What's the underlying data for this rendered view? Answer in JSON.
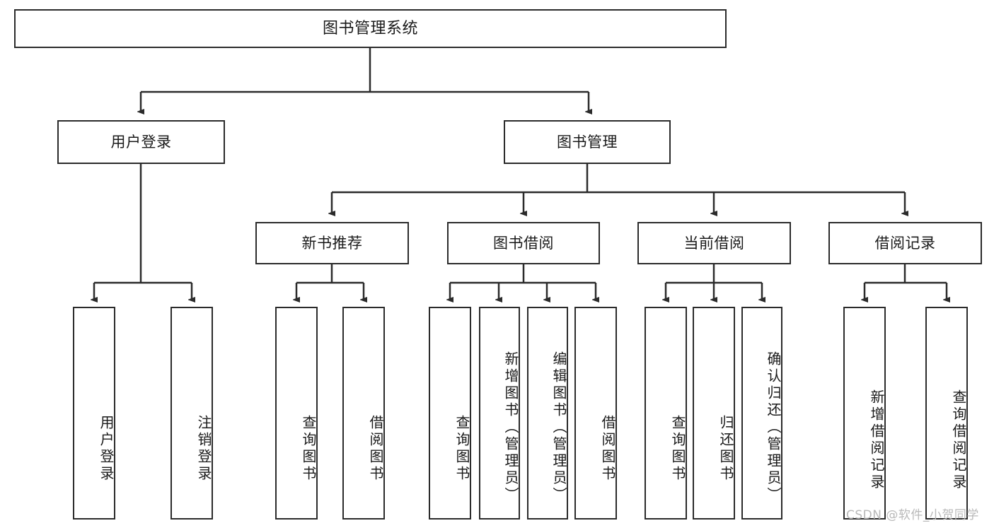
{
  "diagram": {
    "title": "图书管理系统",
    "type": "tree-hierarchy-chart",
    "watermark": "CSDN @软件_小贺同学",
    "colors": {
      "border": "#2b2b2b",
      "text": "#1a1a1a",
      "background": "#ffffff",
      "watermark": "#b9b9b9"
    },
    "nodes": {
      "root": {
        "label": "图书管理系统"
      },
      "level2": [
        {
          "id": "user-login",
          "label": "用户登录"
        },
        {
          "id": "book-manage",
          "label": "图书管理"
        }
      ],
      "level3": [
        {
          "id": "new-book-recommend",
          "label": "新书推荐"
        },
        {
          "id": "book-borrow",
          "label": "图书借阅"
        },
        {
          "id": "current-borrow",
          "label": "当前借阅"
        },
        {
          "id": "borrow-record",
          "label": "借阅记录"
        }
      ],
      "leaves": {
        "user-login": [
          {
            "id": "leaf-user-login",
            "label": "用户登录"
          },
          {
            "id": "leaf-user-logout",
            "label": "注销登录"
          }
        ],
        "new-book-recommend": [
          {
            "id": "leaf-query-book-1",
            "label": "查询图书"
          },
          {
            "id": "leaf-borrow-book-1",
            "label": "借阅图书"
          }
        ],
        "book-borrow": [
          {
            "id": "leaf-query-book-2",
            "label": "查询图书"
          },
          {
            "id": "leaf-add-book",
            "label": "新增图书（管理员）"
          },
          {
            "id": "leaf-edit-book",
            "label": "编辑图书（管理员）"
          },
          {
            "id": "leaf-borrow-book-2",
            "label": "借阅图书"
          }
        ],
        "current-borrow": [
          {
            "id": "leaf-query-book-3",
            "label": "查询图书"
          },
          {
            "id": "leaf-return-book",
            "label": "归还图书"
          },
          {
            "id": "leaf-confirm-return",
            "label": "确认归还（管理员）"
          }
        ],
        "borrow-record": [
          {
            "id": "leaf-add-record",
            "label": "新增借阅记录"
          },
          {
            "id": "leaf-query-record",
            "label": "查询借阅记录"
          }
        ]
      }
    }
  }
}
